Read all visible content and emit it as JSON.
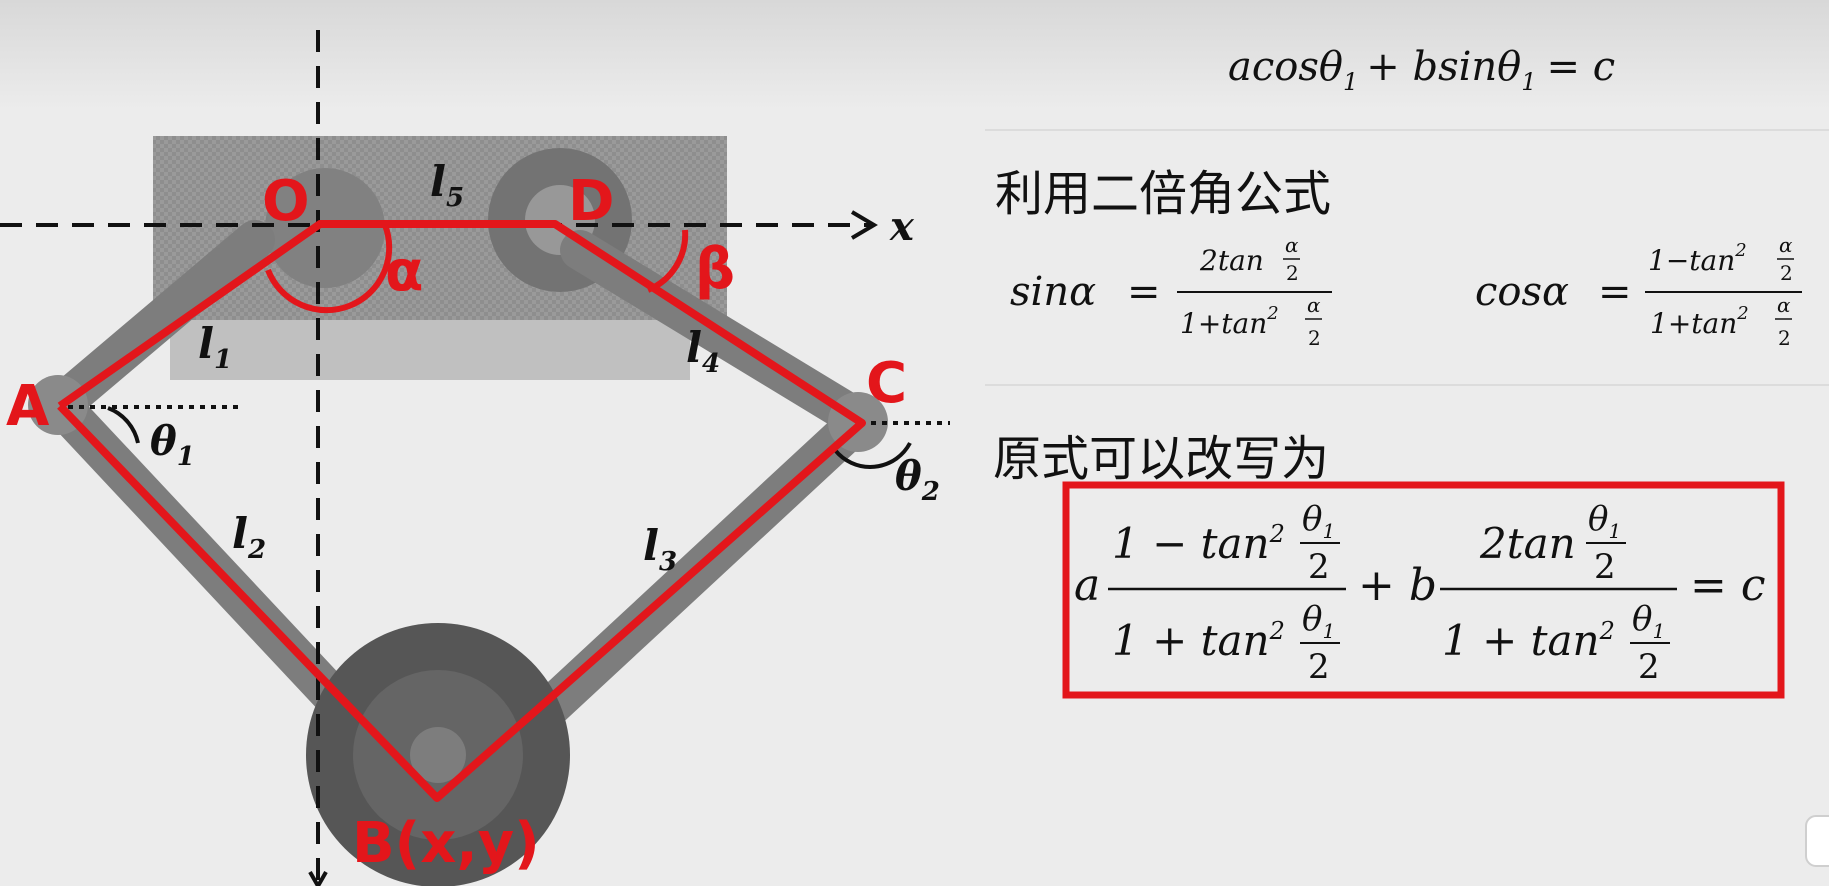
{
  "top_equation": {
    "lhs_a": "acosθ",
    "sub1": "1",
    "plus": "+ bsinθ",
    "sub2": "1",
    "rhs": "= c"
  },
  "double_angle": {
    "heading": "利用二倍角公式",
    "sin_lhs": "sinα",
    "cos_lhs": "cosα",
    "eq": "=",
    "sin_num": "2tan",
    "cos_num": "1−tan",
    "den": "1+tan",
    "sq": "2",
    "alpha": "α",
    "two": "2"
  },
  "rewrite": {
    "heading": "原式可以改写为",
    "a": "a",
    "b": "+ b",
    "c": "= c",
    "num1": "1 − tan",
    "num2": "2tan",
    "den": "1 + tan",
    "sq": "2",
    "theta": "θ",
    "sub": "1",
    "two": "2"
  },
  "diagram": {
    "point_O": "O",
    "point_D": "D",
    "point_A": "A",
    "point_C": "C",
    "point_B": "B(x,y)",
    "angle_alpha": "α",
    "angle_beta": "β",
    "axis_x": "x",
    "l_letter": "l",
    "l1": "1",
    "l2": "2",
    "l3": "3",
    "l4": "4",
    "l5": "5",
    "theta": "θ",
    "t1": "1",
    "t2": "2"
  },
  "colors": {
    "linkage_red": "#e3161b",
    "axis": "#111111",
    "panel_gray": "#8a8a8a"
  }
}
